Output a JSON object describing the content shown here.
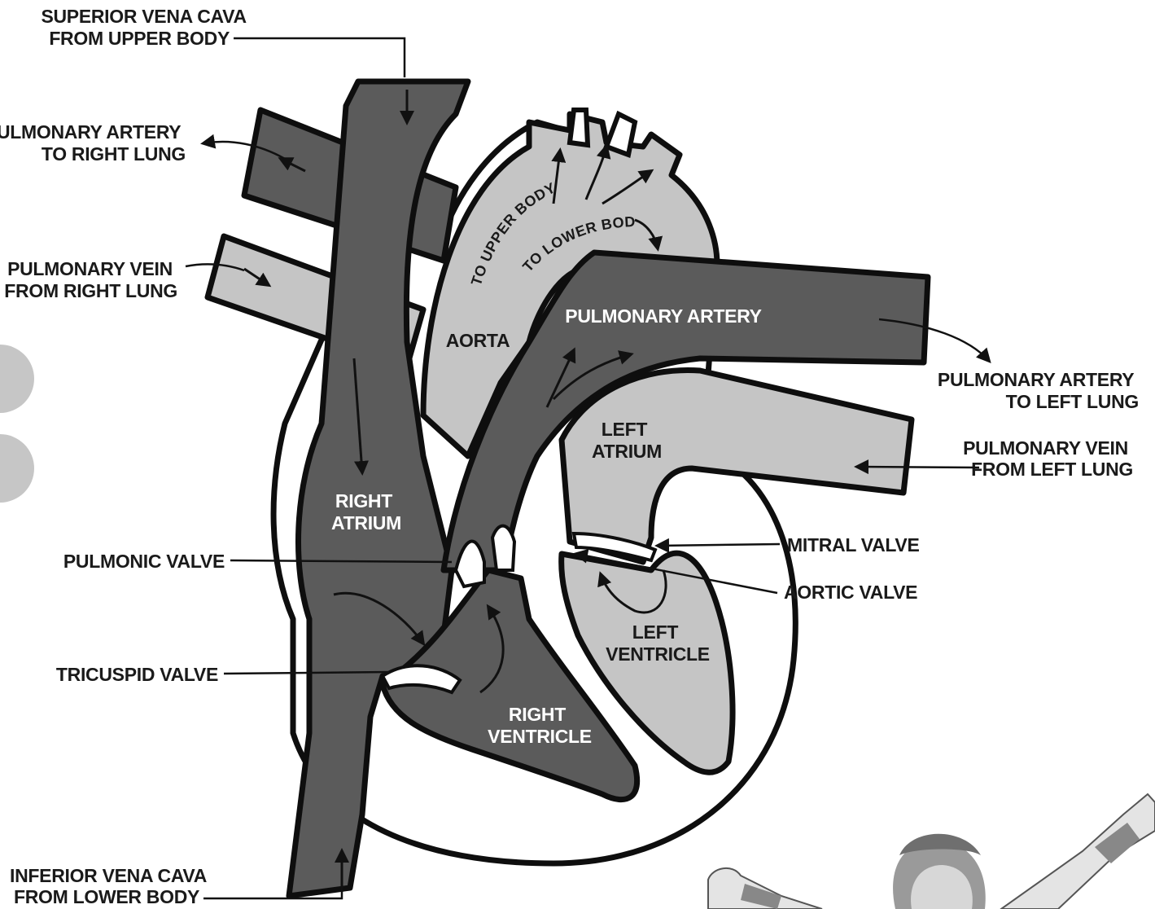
{
  "colors": {
    "deoxygenated": "#5b5b5b",
    "oxygenated": "#c5c5c5",
    "outline": "#0e0e0e",
    "text": "#1a1a1a",
    "tab": "#c6c6c6"
  },
  "external_labels": {
    "superior_vena_cava": [
      "SUPERIOR VENA CAVA",
      "FROM UPPER BODY"
    ],
    "pulmonary_artery_right": [
      "PULMONARY ARTERY",
      "TO RIGHT LUNG"
    ],
    "pulmonary_vein_right": [
      "PULMONARY VEIN",
      "FROM RIGHT LUNG"
    ],
    "pulmonic_valve": [
      "PULMONIC VALVE"
    ],
    "tricuspid_valve": [
      "TRICUSPID VALVE"
    ],
    "inferior_vena_cava": [
      "INFERIOR VENA CAVA",
      "FROM LOWER BODY"
    ],
    "pulmonary_artery_left": [
      "PULMONARY ARTERY",
      "TO LEFT LUNG"
    ],
    "pulmonary_vein_left": [
      "PULMONARY VEIN",
      "FROM LEFT LUNG"
    ],
    "mitral_valve": [
      "MITRAL VALVE"
    ],
    "aortic_valve": [
      "AORTIC VALVE"
    ]
  },
  "internal_labels": {
    "right_atrium": [
      "RIGHT",
      "ATRIUM"
    ],
    "right_ventricle": [
      "RIGHT",
      "VENTRICLE"
    ],
    "left_atrium": [
      "LEFT",
      "ATRIUM"
    ],
    "left_ventricle": [
      "LEFT",
      "VENTRICLE"
    ],
    "aorta": "AORTA",
    "pulmonary_artery": "PULMONARY ARTERY"
  },
  "curved_labels": {
    "to_upper_body": "TO UPPER BODY",
    "to_lower_body": "TO LOWER BODY"
  }
}
